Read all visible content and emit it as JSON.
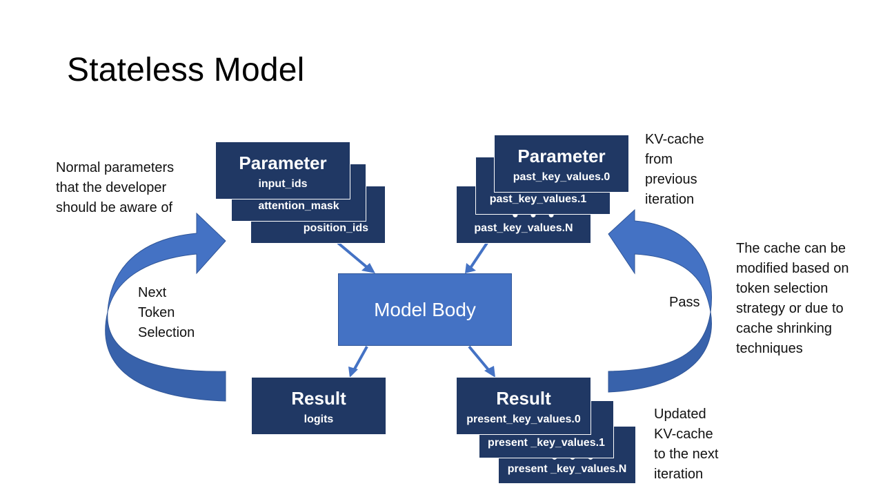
{
  "slide": {
    "title": "Stateless Model"
  },
  "notes": {
    "normal_params": [
      "Normal parameters",
      "that the developer",
      "should be aware of"
    ],
    "kv_cache": [
      "KV-cache",
      "from",
      "previous",
      "iteration"
    ],
    "cache_modified": [
      "The cache can be",
      "modified based on",
      "token selection",
      "strategy or due to",
      "cache shrinking",
      "techniques"
    ],
    "updated_kv": [
      "Updated",
      "KV-cache",
      "to the next",
      "iteration"
    ],
    "next_token": [
      "Next",
      "Token",
      "Selection"
    ],
    "pass": "Pass"
  },
  "input_params": {
    "heading": "Parameter",
    "items": [
      "input_ids",
      "attention_mask",
      "position_ids"
    ]
  },
  "kv_params": {
    "heading": "Parameter",
    "items": [
      "past_key_values.0",
      "past_key_values.1",
      "past_key_values.N"
    ],
    "dots": "● ● ●"
  },
  "model_body": {
    "label": "Model Body"
  },
  "result_left": {
    "heading": "Result",
    "items": [
      "logits"
    ]
  },
  "result_right": {
    "heading": "Result",
    "items": [
      "present_key_values.0",
      "present _key_values.1",
      "present _key_values.N"
    ],
    "dots": "● ● ●"
  },
  "colors": {
    "dark_box": "#203864",
    "model_body": "#4472C4",
    "arrow": "#4472C4"
  }
}
